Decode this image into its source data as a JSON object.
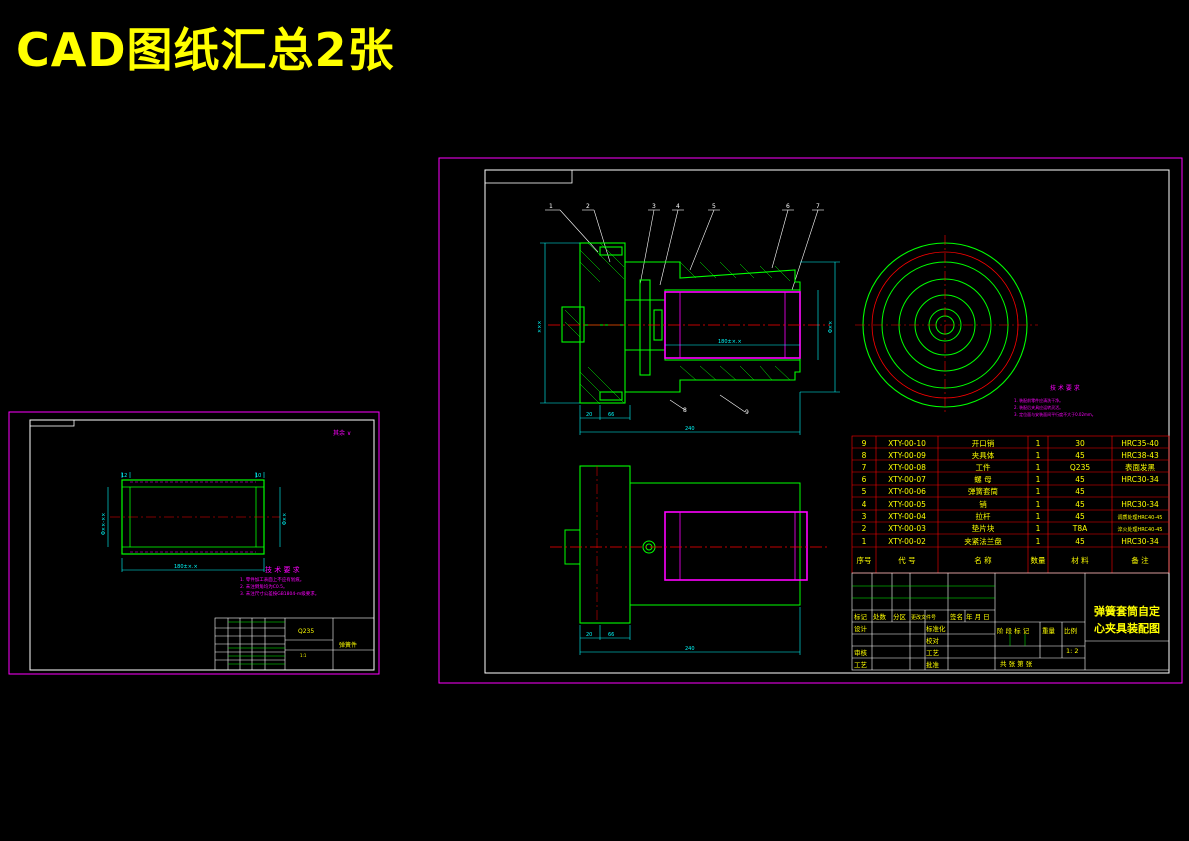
{
  "title": "CAD图纸汇总2张",
  "colors": {
    "background": "#000000",
    "title": "#ffff00",
    "sheet_border": "#ff00ff",
    "frame": "#ffffff",
    "part_line": "#00ff00",
    "dimension": "#00ffff",
    "centerline": "#ff0000",
    "note": "#ff00ff",
    "table_text": "#ffff00"
  },
  "sheet1": {
    "dims": {
      "top_left": "12",
      "top_right": "10",
      "left_dia": "Φ××-××",
      "right_dia": "Φ××",
      "bottom": "180±×.×"
    },
    "notes": {
      "heading": "技 术 要 求",
      "lines": [
        "1. 零件加工表面上不应有划痕。",
        "2. 未注倒角均为C0.5。",
        "3. 未注尺寸公差按GB1804-m级要求。"
      ]
    },
    "title_block": {
      "material": "Q235",
      "name": "弹簧件",
      "scale": "1:1"
    }
  },
  "sheet2": {
    "balloons": [
      "1",
      "2",
      "3",
      "4",
      "5",
      "6",
      "7",
      "8",
      "9"
    ],
    "dims": {
      "left_height": "×××",
      "inner_length": "180±×.×",
      "right_dia": "Φ××",
      "bottom_1": "20",
      "bottom_2": "66",
      "bottom_total": "240",
      "front_1": "20",
      "front_2": "66",
      "front_total": "240"
    },
    "notes": {
      "heading": "技 术 要 求",
      "lines": [
        "1. 装配前零件应清洗干净。",
        "2. 装配后夹具应运转灵活。",
        "3. 定位面与安装面间平行度不大于0.02mm。"
      ]
    },
    "parts_list": [
      {
        "no": "9",
        "code": "XTY-00-10",
        "name": "开口销",
        "qty": "1",
        "material": "30",
        "remark": "HRC35-40"
      },
      {
        "no": "8",
        "code": "XTY-00-09",
        "name": "夹具体",
        "qty": "1",
        "material": "45",
        "remark": "HRC38-43"
      },
      {
        "no": "7",
        "code": "XTY-00-08",
        "name": "工件",
        "qty": "1",
        "material": "Q235",
        "remark": "表面发黑"
      },
      {
        "no": "6",
        "code": "XTY-00-07",
        "name": "螺 母",
        "qty": "1",
        "material": "45",
        "remark": "HRC30-34"
      },
      {
        "no": "5",
        "code": "XTY-00-06",
        "name": "弹簧套筒",
        "qty": "1",
        "material": "45",
        "remark": ""
      },
      {
        "no": "4",
        "code": "XTY-00-05",
        "name": "销",
        "qty": "1",
        "material": "45",
        "remark": "HRC30-34"
      },
      {
        "no": "3",
        "code": "XTY-00-04",
        "name": "拉杆",
        "qty": "1",
        "material": "45",
        "remark": "调质处理HRC40-45"
      },
      {
        "no": "2",
        "code": "XTY-00-03",
        "name": "垫片块",
        "qty": "1",
        "material": "T8A",
        "remark": "淬火处理HRC40-45"
      },
      {
        "no": "1",
        "code": "XTY-00-02",
        "name": "夹紧法兰盘",
        "qty": "1",
        "material": "45",
        "remark": "HRC30-34"
      }
    ],
    "parts_header": {
      "no": "序号",
      "code": "代 号",
      "name": "名 称",
      "qty": "数量",
      "material": "材 料",
      "remark": "备 注"
    },
    "title_block": {
      "drawing_name_1": "弹簧套筒自定",
      "drawing_name_2": "心夹具装配图",
      "row_a": [
        "标记",
        "处数",
        "分区",
        "更改文件号",
        "签名",
        "年 月 日"
      ],
      "design": "设计",
      "standard": "标准化",
      "review": "审核",
      "process": "工艺",
      "approve": "批准",
      "check": "校对",
      "stage": "阶 段 标 记",
      "weight": "重量",
      "scale_label": "比例",
      "scale": "1: 2",
      "sheets": "共  张 第  张"
    }
  }
}
